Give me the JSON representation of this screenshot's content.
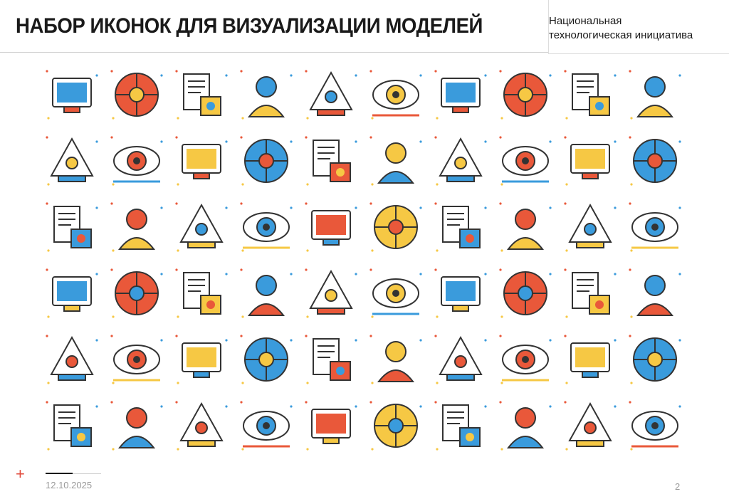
{
  "header": {
    "title": "НАБОР ИКОНОК ДЛЯ ВИЗУАЛИЗАЦИИ МОДЕЛЕЙ",
    "brand_line1": "Национальная",
    "brand_line2": "технологическая инициатива"
  },
  "footer": {
    "date": "12.10.2025",
    "page_number": "2"
  },
  "colors": {
    "accent_blue": "#3a9bdc",
    "accent_orange": "#e9583a",
    "accent_yellow": "#f6c844",
    "outline": "#333333",
    "plus_red": "#e14b3c"
  },
  "icons": [
    [
      "skyscrapers-hand-icon",
      "design-tools-icon",
      "athletes-podium-icon",
      "running-shoe-icon",
      "torch-relay-icon",
      "documents-pin-icon",
      "basketball-icon",
      "football-helmet-icon",
      "gaming-laptop-icon",
      "sports-jersey-icon"
    ],
    [
      "mobile-design-icon",
      "pen-tool-monitor-icon",
      "shuttlecock-icon",
      "settings-laptop-icon",
      "tablet-pen-icon",
      "ball-hands-icon",
      "rugby-ball-icon",
      "web-design-icon",
      "eye-vision-icon",
      "mail-lock-icon"
    ],
    [
      "security-laptop-icon",
      "brain-icon",
      "soccer-ball-icon",
      "golf-cart-icon",
      "chemistry-lab-icon",
      "settings-lock-icon",
      "cd-disc-icon",
      "design-supplies-icon",
      "search-documents-icon",
      "office-briefcase-icon"
    ],
    [
      "donut-chart-icon",
      "idea-tree-icon",
      "news-media-icon",
      "email-marketing-icon",
      "certificate-icon",
      "goal-person-icon",
      "pencil-creativity-icon",
      "tablet-drawing-icon",
      "smiley-mug-icon",
      "creative-bulb-icon"
    ],
    [
      "ear-listening-icon",
      "museum-icon",
      "abc-board-icon",
      "target-eye-icon",
      "justice-scales-icon",
      "strong-mind-icon",
      "magnet-head-icon",
      "medical-scan-icon",
      "tennis-ball-icon",
      "volleyball-icon"
    ],
    [
      "venn-diagram-icon",
      "eye-target-icon",
      "fountain-pen-icon",
      "boxing-gloves-icon",
      "notepad-pencil-icon",
      "raised-fist-icon",
      "atom-head-icon",
      "stopwatch-icon",
      "bodybuilder-icon",
      "science-mind-icon"
    ]
  ]
}
